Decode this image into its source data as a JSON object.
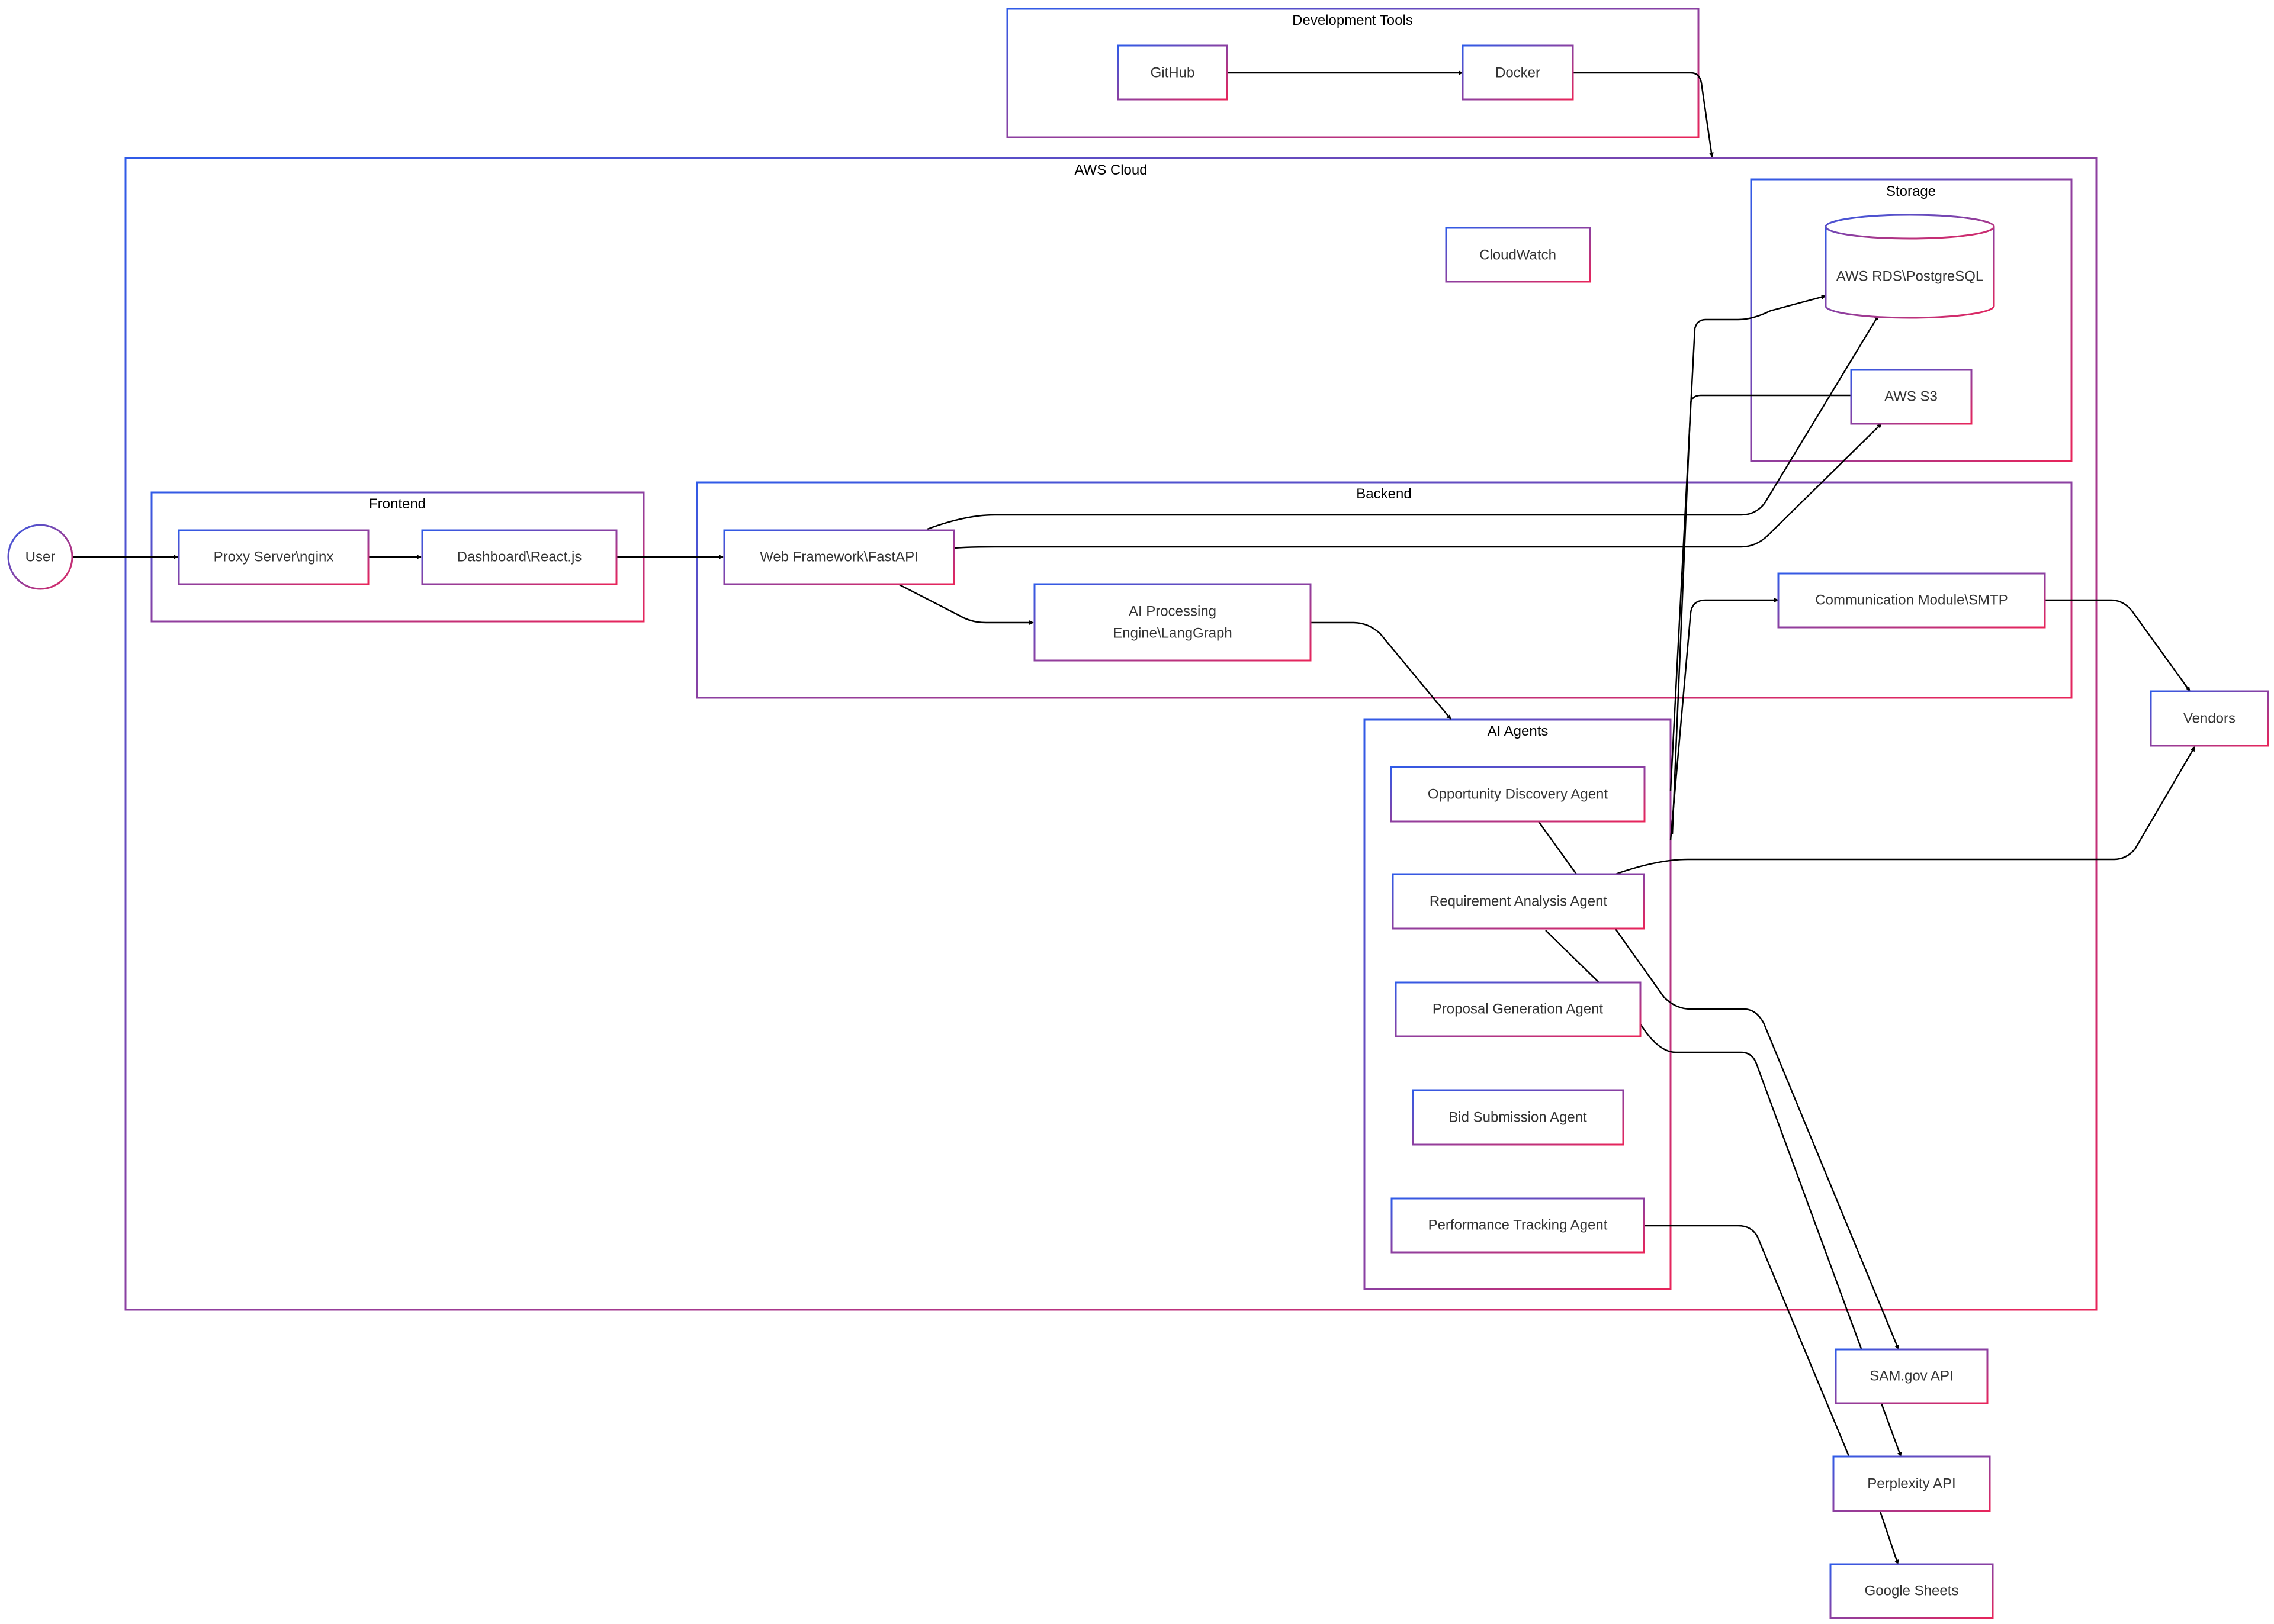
{
  "colors": {
    "gradient_start": "#2f5be8",
    "gradient_end": "#e8245a",
    "edge": "#000000",
    "background": "#ffffff"
  },
  "clusters": {
    "dev_tools": "Development Tools",
    "aws_cloud": "AWS Cloud",
    "storage": "Storage",
    "frontend": "Frontend",
    "backend": "Backend",
    "ai_agents": "AI Agents"
  },
  "nodes": {
    "github": "GitHub",
    "docker": "Docker",
    "cloudwatch": "CloudWatch",
    "rds": "AWS RDS\\PostgreSQL",
    "s3": "AWS S3",
    "user": "User",
    "proxy": "Proxy Server\\nginx",
    "dashboard": "Dashboard\\React.js",
    "webfw": "Web Framework\\FastAPI",
    "ai_engine": [
      "AI Processing",
      "Engine\\LangGraph"
    ],
    "comm": "Communication Module\\SMTP",
    "vendors": "Vendors",
    "opp_agent": "Opportunity Discovery Agent",
    "req_agent": "Requirement Analysis Agent",
    "prop_agent": "Proposal Generation Agent",
    "bid_agent": "Bid Submission Agent",
    "perf_agent": "Performance Tracking Agent",
    "sam": "SAM.gov API",
    "perplexity": "Perplexity API",
    "sheets": "Google Sheets"
  },
  "edges": [
    {
      "from": "github",
      "to": "docker"
    },
    {
      "from": "docker",
      "to": "aws_cloud"
    },
    {
      "from": "user",
      "to": "proxy"
    },
    {
      "from": "proxy",
      "to": "dashboard"
    },
    {
      "from": "dashboard",
      "to": "webfw"
    },
    {
      "from": "webfw",
      "to": "ai_engine"
    },
    {
      "from": "webfw",
      "to": "rds"
    },
    {
      "from": "webfw",
      "to": "s3"
    },
    {
      "from": "ai_engine",
      "to": "ai_agents"
    },
    {
      "from": "ai_agents",
      "to": "rds"
    },
    {
      "from": "ai_agents",
      "to": "s3"
    },
    {
      "from": "ai_agents",
      "to": "comm"
    },
    {
      "from": "comm",
      "to": "vendors"
    },
    {
      "from": "req_agent",
      "to": "vendors"
    },
    {
      "from": "opp_agent",
      "to": "sam"
    },
    {
      "from": "req_agent",
      "to": "sam"
    },
    {
      "from": "prop_agent",
      "to": "perplexity"
    },
    {
      "from": "perf_agent",
      "to": "sheets"
    }
  ]
}
